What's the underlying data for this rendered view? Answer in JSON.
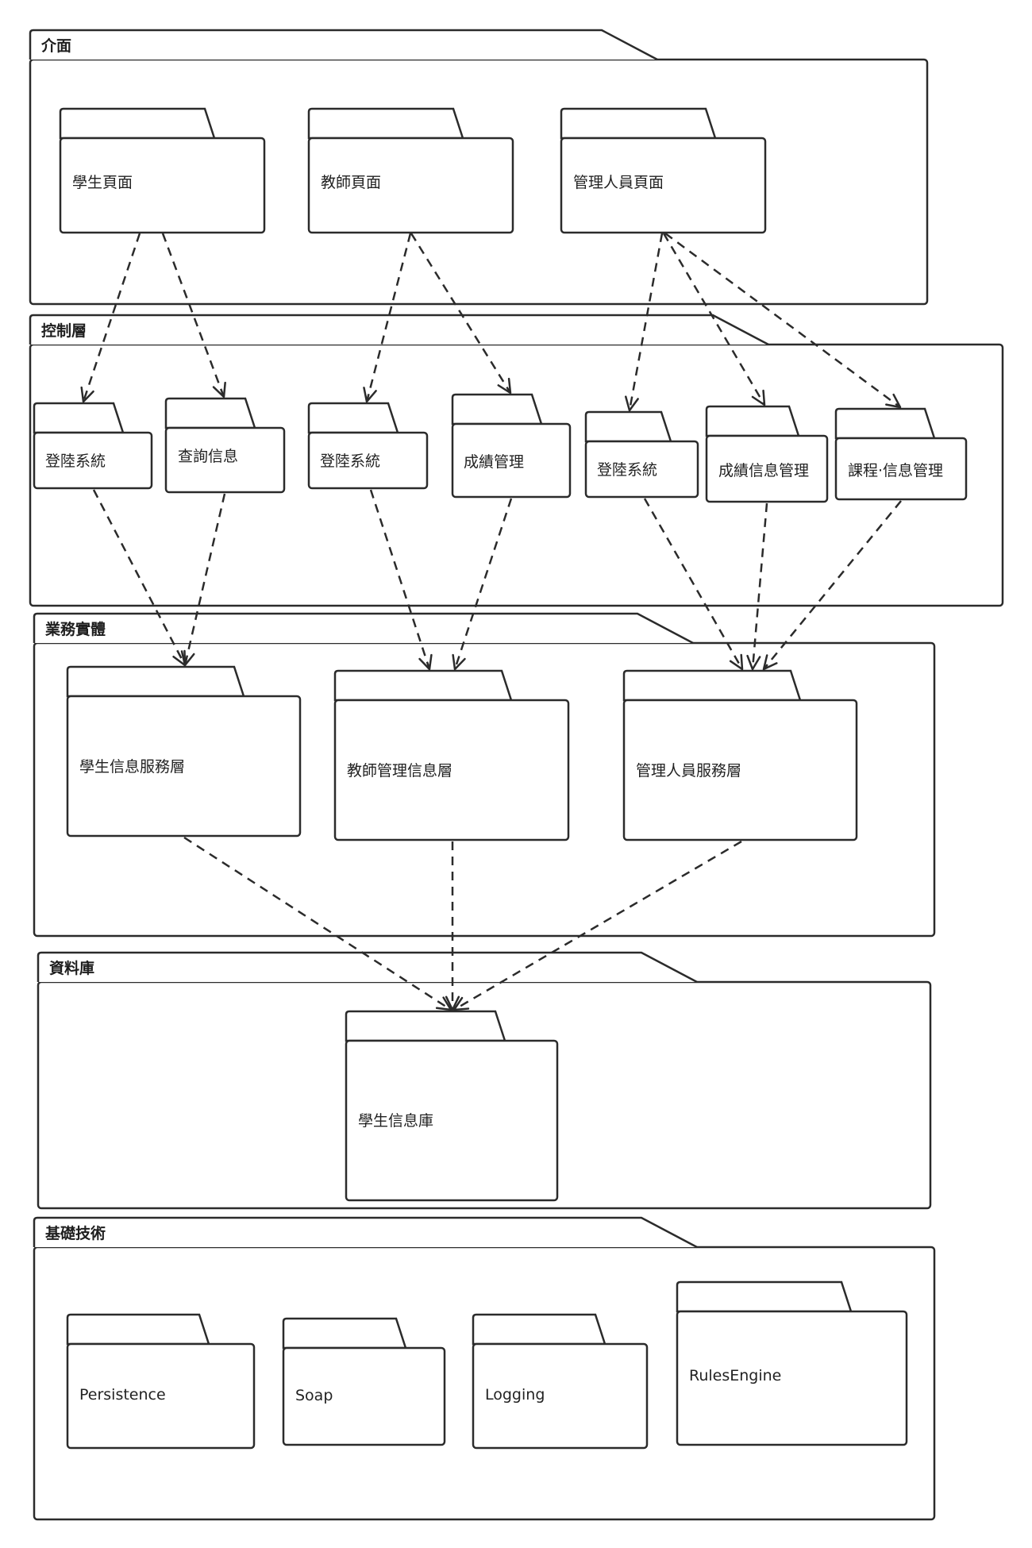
{
  "packages": [
    {
      "id": "interface",
      "title": "介面"
    },
    {
      "id": "control",
      "title": "控制層"
    },
    {
      "id": "business",
      "title": "業務實體"
    },
    {
      "id": "database",
      "title": "資料庫"
    },
    {
      "id": "infra",
      "title": "基礎技術"
    }
  ],
  "nodes": [
    {
      "id": "student_page",
      "label": "學生頁面"
    },
    {
      "id": "teacher_page",
      "label": "教師頁面"
    },
    {
      "id": "admin_page",
      "label": "管理人員頁面"
    },
    {
      "id": "login_1",
      "label": "登陸系統"
    },
    {
      "id": "query_info",
      "label": "查詢信息"
    },
    {
      "id": "login_2",
      "label": "登陸系統"
    },
    {
      "id": "grade_mgmt",
      "label": "成績管理"
    },
    {
      "id": "login_3",
      "label": "登陸系統"
    },
    {
      "id": "grade_info_mgmt",
      "label": "成績信息管理"
    },
    {
      "id": "course_info_mgmt",
      "label": "課程·信息管理"
    },
    {
      "id": "student_service",
      "label": "學生信息服務層"
    },
    {
      "id": "teacher_service",
      "label": "教師管理信息層"
    },
    {
      "id": "admin_service",
      "label": "管理人員服務層"
    },
    {
      "id": "student_db",
      "label": "學生信息庫"
    },
    {
      "id": "persistence",
      "label": "Persistence"
    },
    {
      "id": "soap",
      "label": "Soap"
    },
    {
      "id": "logging",
      "label": "Logging"
    },
    {
      "id": "rules_engine",
      "label": "RulesEngine"
    }
  ],
  "edges": [
    {
      "from": "student_page",
      "to": "login_1"
    },
    {
      "from": "student_page",
      "to": "query_info"
    },
    {
      "from": "teacher_page",
      "to": "login_2"
    },
    {
      "from": "teacher_page",
      "to": "grade_mgmt"
    },
    {
      "from": "admin_page",
      "to": "login_3"
    },
    {
      "from": "admin_page",
      "to": "grade_info_mgmt"
    },
    {
      "from": "admin_page",
      "to": "course_info_mgmt"
    },
    {
      "from": "login_1",
      "to": "student_service"
    },
    {
      "from": "query_info",
      "to": "student_service"
    },
    {
      "from": "login_2",
      "to": "teacher_service"
    },
    {
      "from": "grade_mgmt",
      "to": "teacher_service"
    },
    {
      "from": "login_3",
      "to": "admin_service"
    },
    {
      "from": "grade_info_mgmt",
      "to": "admin_service"
    },
    {
      "from": "course_info_mgmt",
      "to": "admin_service"
    },
    {
      "from": "student_service",
      "to": "student_db"
    },
    {
      "from": "teacher_service",
      "to": "student_db"
    },
    {
      "from": "admin_service",
      "to": "student_db"
    }
  ]
}
